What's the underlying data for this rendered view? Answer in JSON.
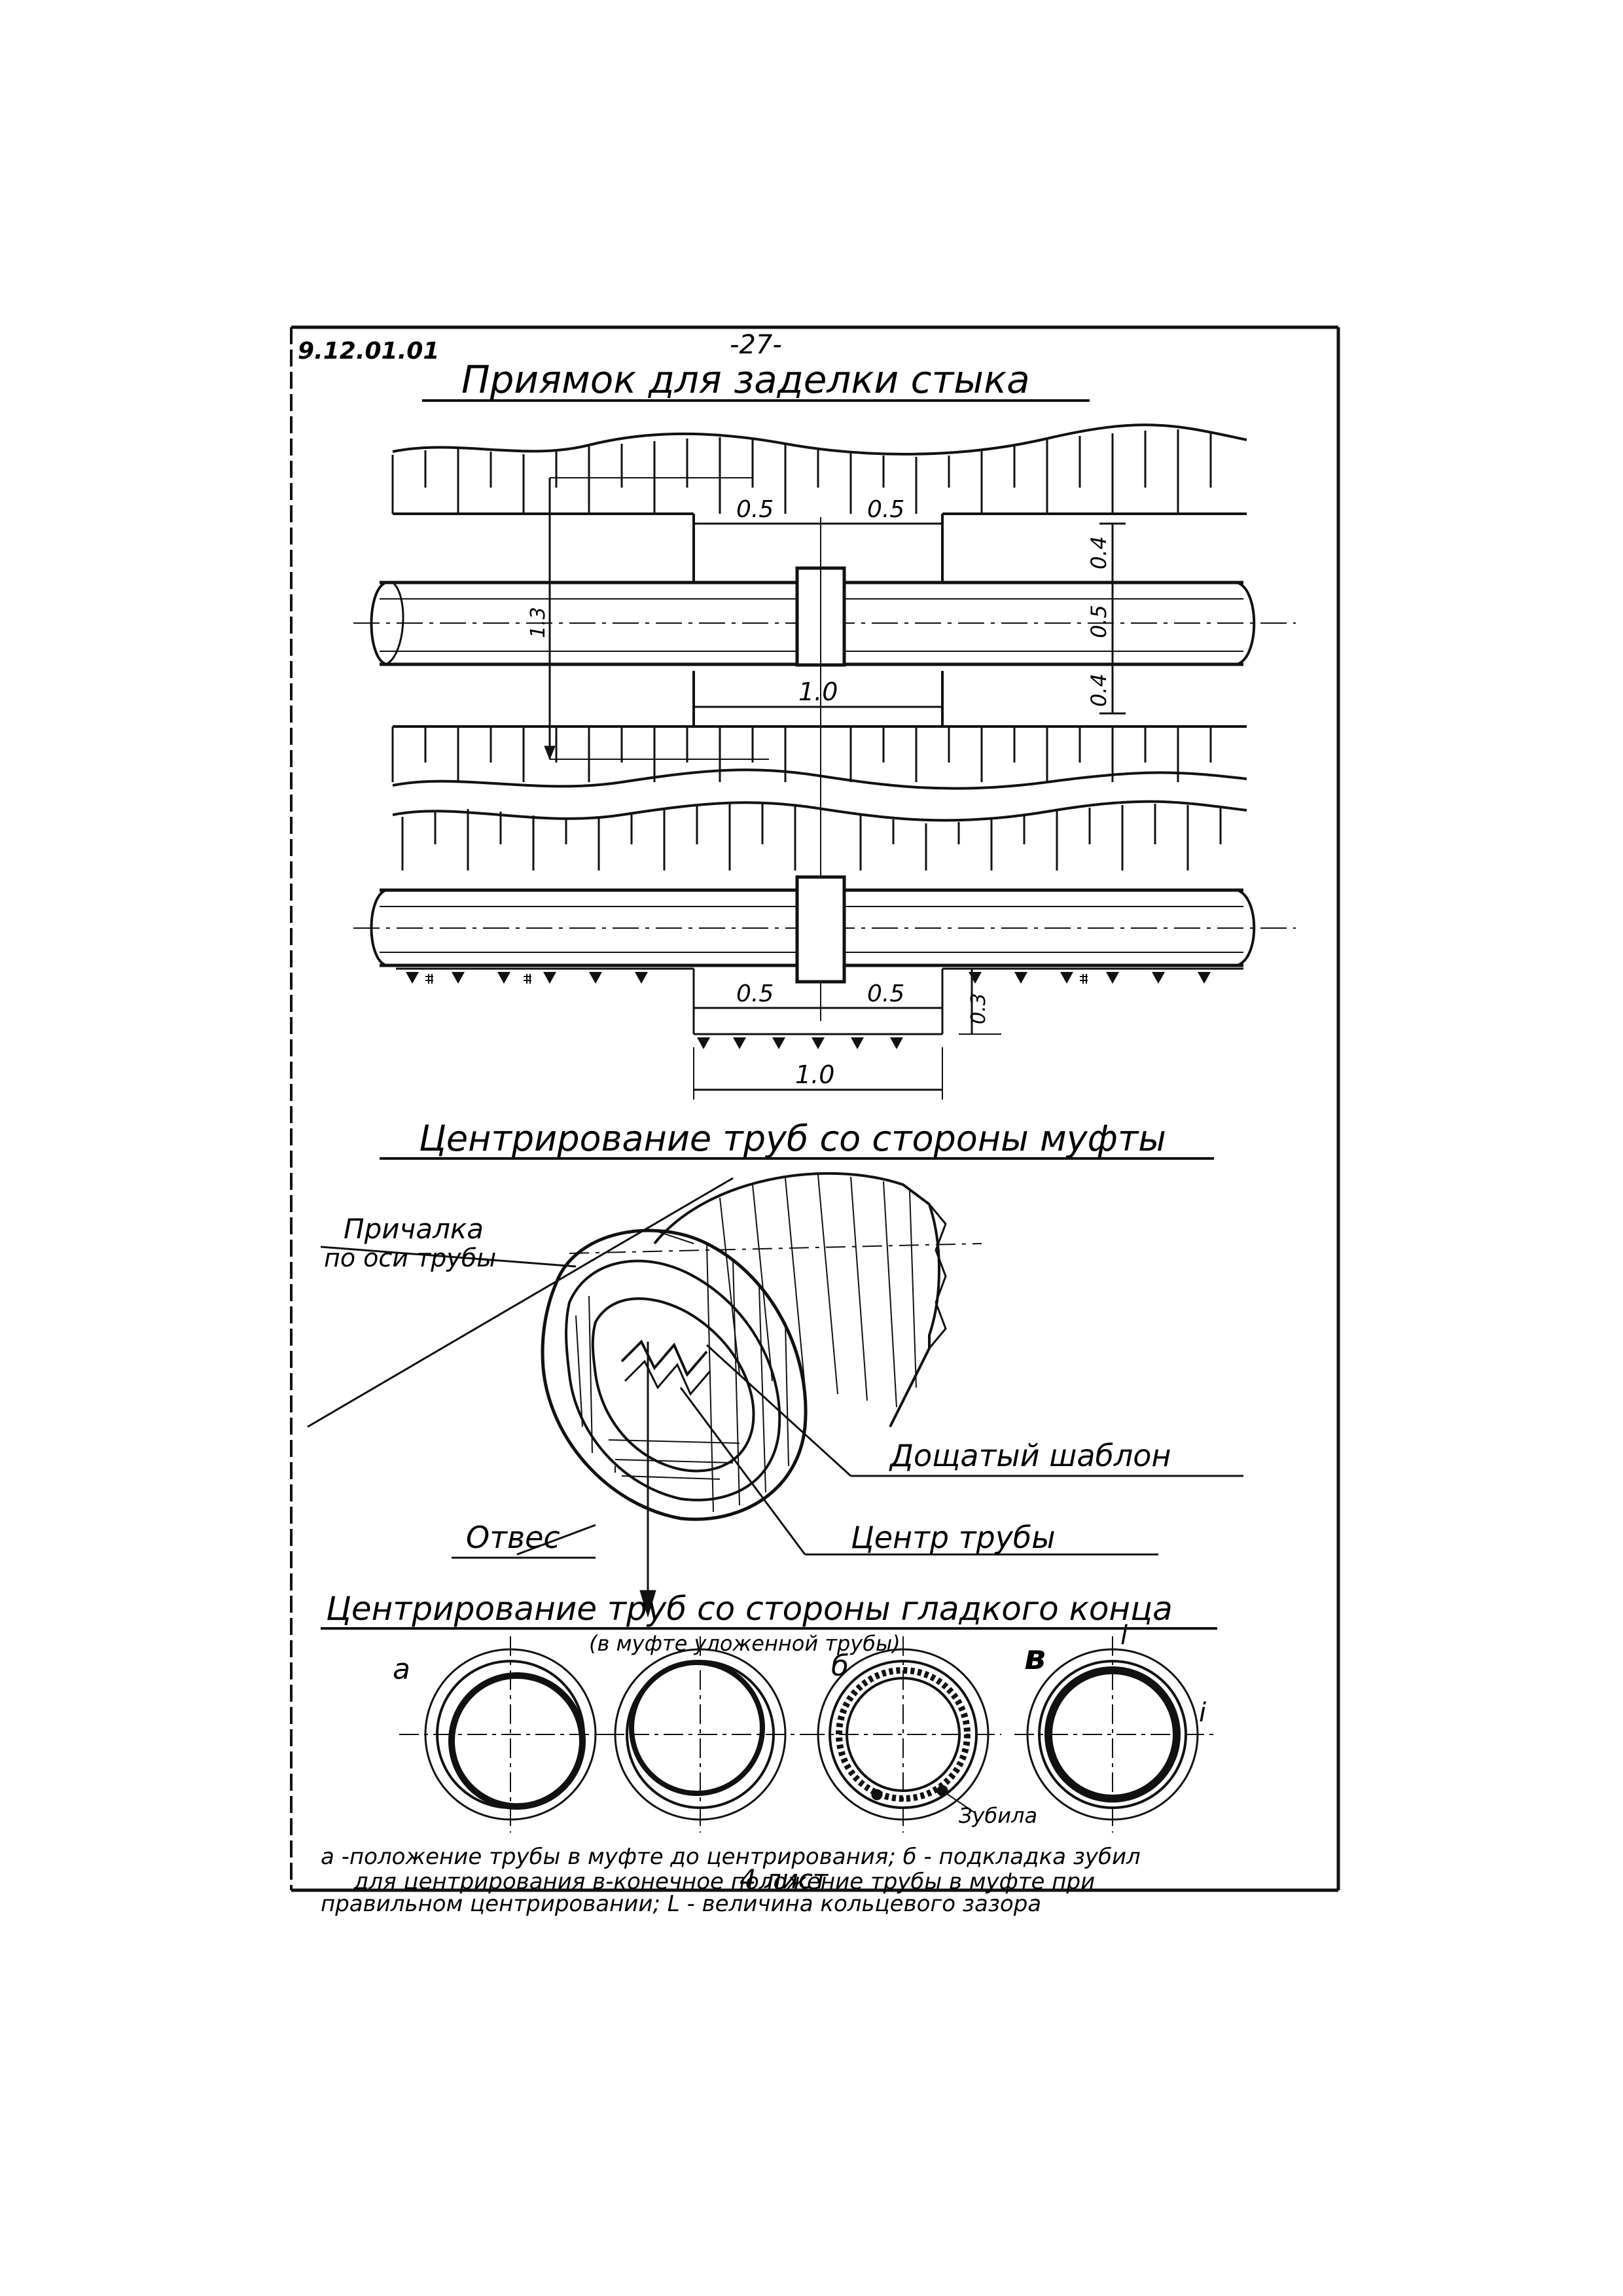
{
  "header": {
    "doc_code": "9.12.01.01",
    "page_number": "-27-"
  },
  "section1": {
    "title": "Приямок для заделки стыка",
    "dims": {
      "top_left": "0.5",
      "top_right": "0.5",
      "top_total": "1.0",
      "right_top": "0.4",
      "right_mid": "0.5",
      "right_bottom": "0.4",
      "left_span": "1.3",
      "bottom_left": "0.5",
      "bottom_right": "0.5",
      "bottom_total": "1.0",
      "bottom_depth": "0.3"
    }
  },
  "section2": {
    "title": "Центрирование труб со стороны муфты",
    "labels": {
      "prichalka_1": "Причалка",
      "prichalka_2": "по оси трубы",
      "template": "Дощатый шаблон",
      "plumb": "Отвес",
      "center": "Центр трубы"
    }
  },
  "section3": {
    "title": "Центрирование труб со стороны гладкого конца",
    "subtitle": "(в муфте уложенной трубы)",
    "markers": {
      "a": "а",
      "b": "б",
      "v": "в",
      "i_top": "i",
      "i_side": "i",
      "chisels": "Зубила"
    },
    "caption": [
      "а -положение трубы в муфте до центрирования; б - подкладка зубил",
      "для центрирования в-конечное положение трубы в муфте при",
      "правильном центрировании; L - величина кольцевого зазора"
    ]
  },
  "footer": {
    "sheet": "4 лист"
  }
}
